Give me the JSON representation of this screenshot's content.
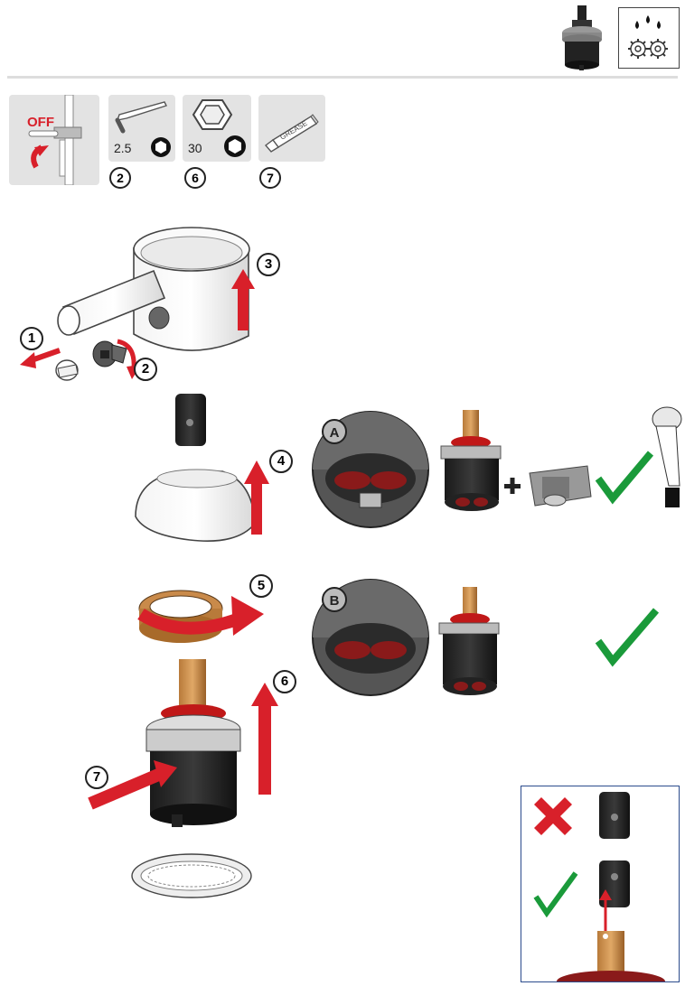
{
  "header": {
    "icon_names": [
      "cartridge-thumbnail-icon",
      "water-drops-gears-icon"
    ]
  },
  "tools": [
    {
      "name": "shutoff-valve",
      "label": "OFF"
    },
    {
      "name": "hex-key",
      "size": "2.5",
      "step": "2"
    },
    {
      "name": "socket-wrench",
      "size": "30",
      "step": "6"
    },
    {
      "name": "grease-tube",
      "label": "GREASE",
      "step": "7"
    }
  ],
  "steps": {
    "s1": "1",
    "s2": "2",
    "s3": "3",
    "s4": "4",
    "s5": "5",
    "s6": "6",
    "s7": "7"
  },
  "variants": {
    "a": "A",
    "b": "B"
  },
  "colors": {
    "accent_red": "#d8202a",
    "check_green": "#1a9a3a",
    "frame_blue": "#2b4b8c",
    "divider": "#dddddd",
    "tile_bg": "#e3e3e3"
  }
}
